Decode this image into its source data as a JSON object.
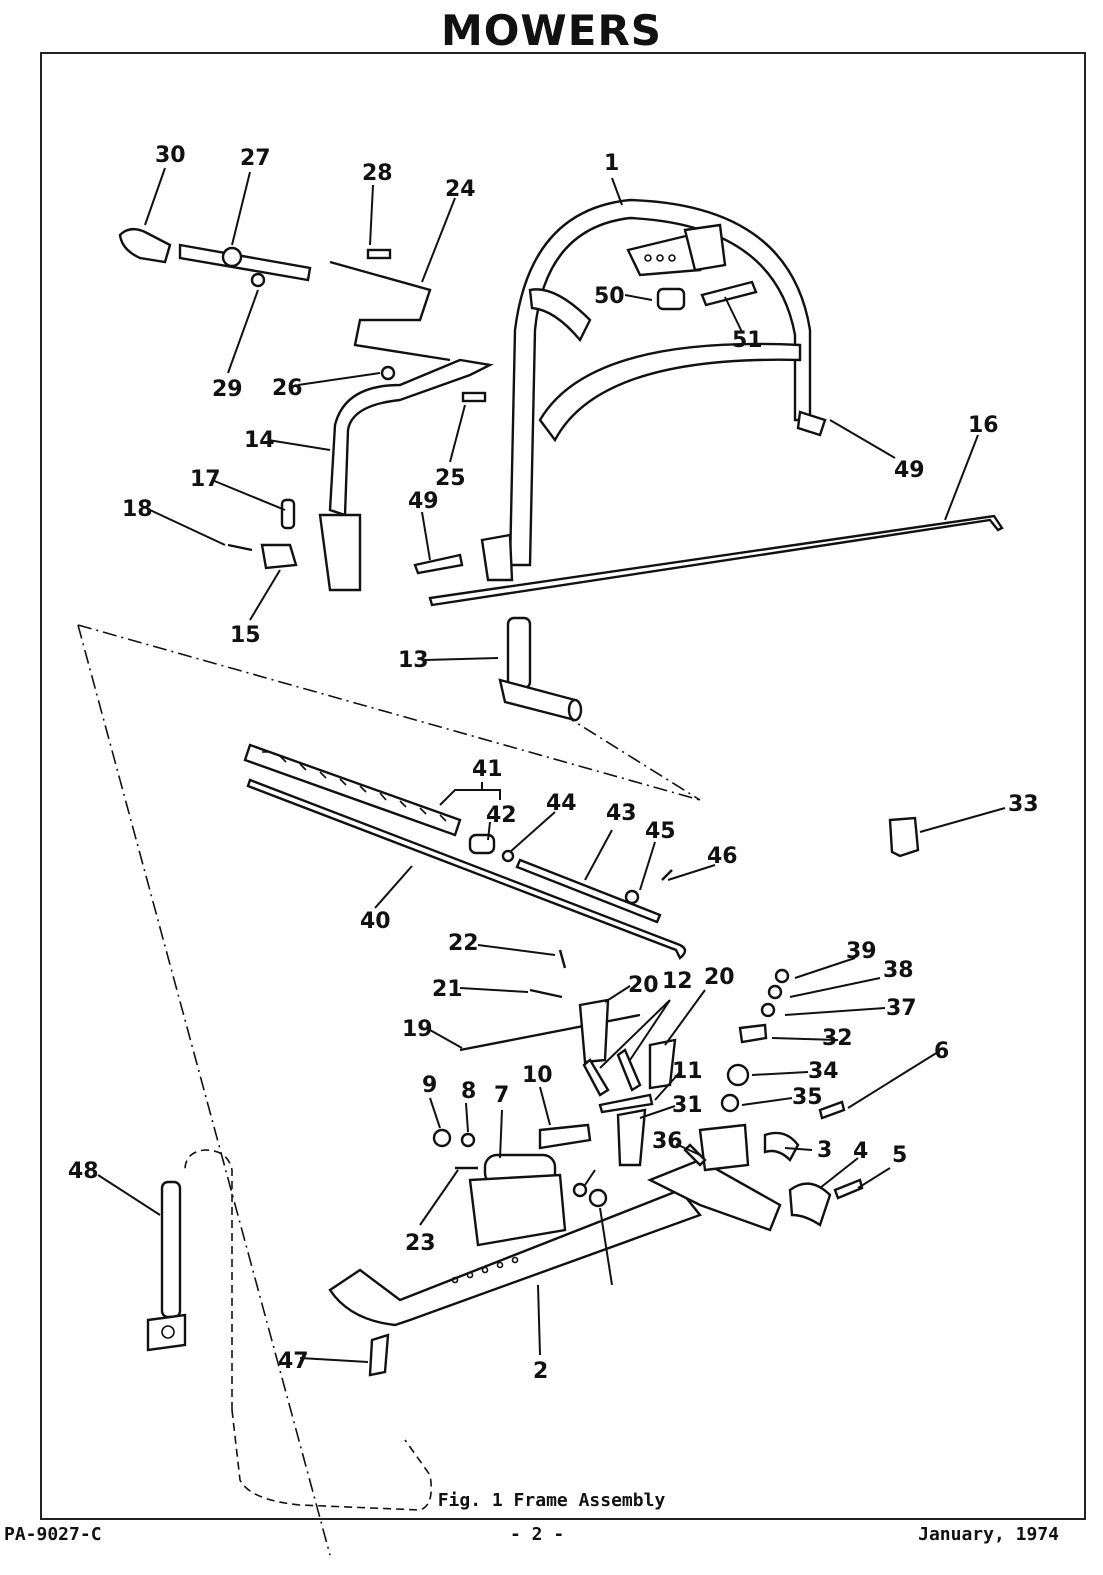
{
  "header": {
    "title": "MOWERS"
  },
  "figure": {
    "caption": "Fig. 1 Frame Assembly",
    "callouts": [
      "1",
      "2",
      "3",
      "4",
      "5",
      "6",
      "7",
      "8",
      "9",
      "10",
      "11",
      "12",
      "13",
      "14",
      "15",
      "16",
      "17",
      "18",
      "19",
      "20",
      "21",
      "22",
      "23",
      "24",
      "25",
      "26",
      "27",
      "28",
      "29",
      "30",
      "31",
      "32",
      "33",
      "34",
      "35",
      "36",
      "37",
      "38",
      "39",
      "40",
      "41",
      "42",
      "43",
      "44",
      "45",
      "46",
      "47",
      "48",
      "49",
      "50",
      "51"
    ]
  },
  "footer": {
    "publication": "PA-9027-C",
    "page": "- 2 -",
    "date": "January, 1974"
  }
}
